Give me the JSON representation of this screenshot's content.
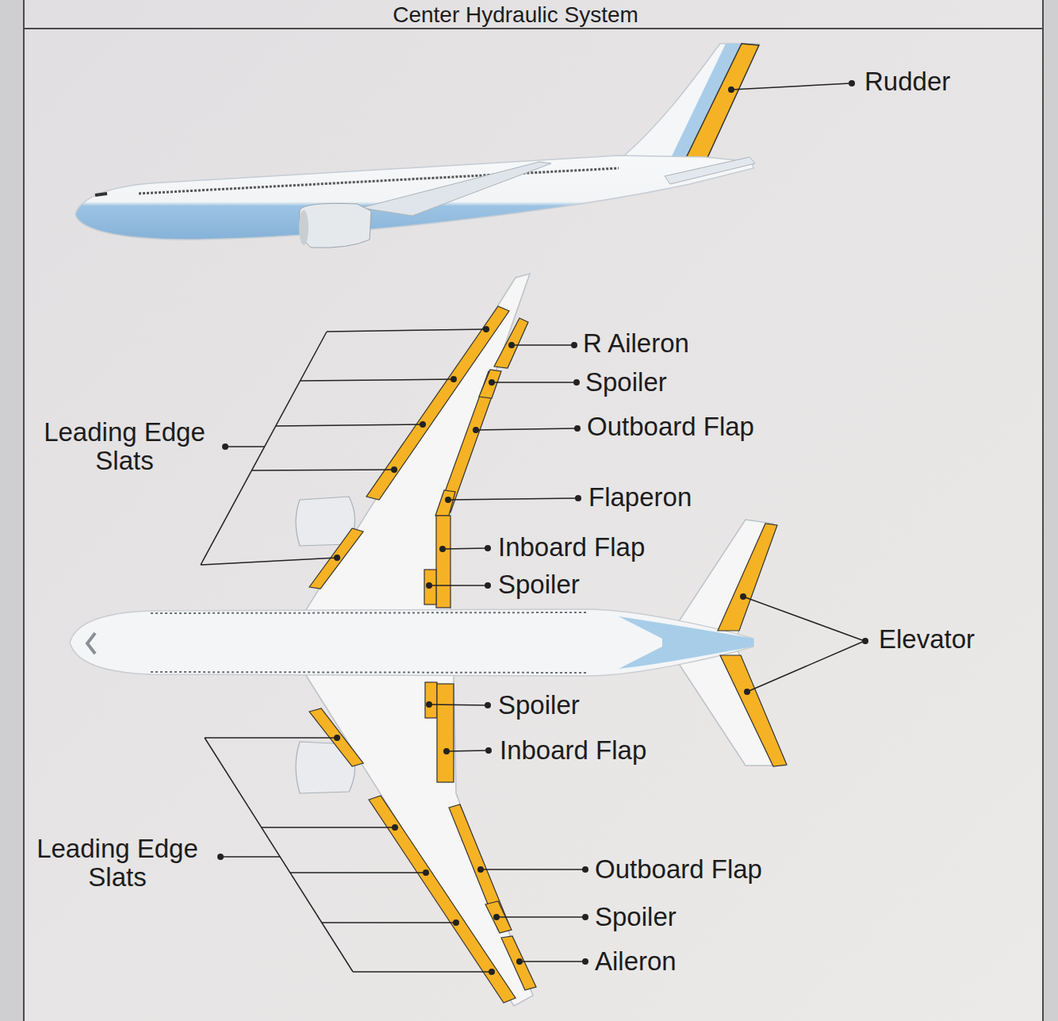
{
  "diagram": {
    "title": "Center Hydraulic System",
    "labels": [
      "Rudder",
      "R Aileron",
      "Spoiler",
      "Leading Edge Slats",
      "Outboard Flap",
      "Flaperon",
      "Inboard Flap",
      "Spoiler",
      "Elevator",
      "Spoiler",
      "Inboard Flap",
      "Leading Edge Slats",
      "Outboard Flap",
      "Spoiler",
      "Aileron"
    ]
  }
}
